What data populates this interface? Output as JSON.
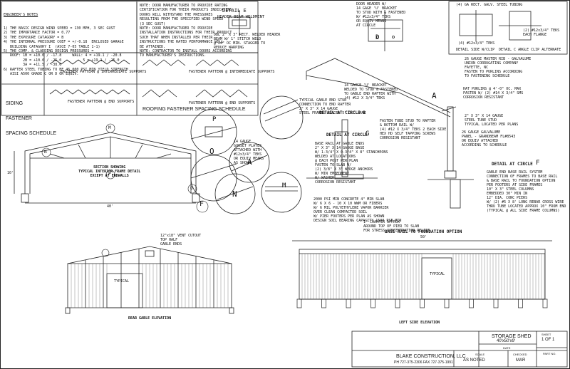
{
  "engineer_notes": {
    "heading": "ENGINEER'S NOTES",
    "lines": [
      "1) THE BASIC DESIGN WIND SPEED = 130 MPH, 3 SEC GUST",
      "2) THE IMPORTANCE FACTOR = 0.77",
      "3) THE EXPOSURE CATAGORY = B",
      "4) THE INTERNAL PRESSURE COEF = +/-0.18  ENCLOSED GARAGE",
      "   BUILDING CATAGORY I  (ASCE 7-05 TABLE 1-1)",
      "5) THE COMP. & CLADDING DESIGN PRESSURES =",
      "   ROOF: 1B = +10.0 / -17.8     WALL: 4 = +19.1 / -20.8",
      "         2B = +10.0 / -25.0          5 = +19.1 / -25.0",
      "         3A = +11.5 / -38.6",
      "6) RAFTER STEEL TUBING TO BE 46,000 PSI MIN YIELD STRENGTH",
      "   AISI A500 GRADE C OR D OR EQUIV."
    ]
  },
  "door_notes": {
    "lines": [
      "NOTE: DOOR MANUFACTURER TO PROVIDE RATING",
      "CERTIFICATION FOR THEIR PRODUCTS INDICATING",
      "DOORS WILL WITHSTAND THE PRESSURES",
      "RESULTING FROM THE SPECIFIED WIND SPEED",
      "(3 SEC GUST)",
      "NOTE: DOOR MANUFACTURER TO PROVIDE",
      "INSTALLATION INSTRUCTIONS FOR THEIR PRODUCT",
      "SUCH THAT WHEN INSTALLED PER THEIR",
      "INSTRUCTIONS THE RATED PERFORMANCE WILL",
      "BE ATTAINED.",
      "NOTE: CONTRACTOR TO INSTALL DOORS ACCORDING",
      "TO MANUFACTURER'S INSTRUCTIONS."
    ]
  },
  "detail_e": {
    "title": "DETAIL E",
    "subtitle": "HEADER BEAM WELDMENT",
    "note": "DBL 2\" X 3\" RECT. WELDED HEADER\nBEAM W/ 1\" STITCH WELD\n@ 24\" OC MIN. STAGGER TO\nREDUCE WARPING"
  },
  "detail_d": {
    "letter": "D",
    "note": "DOOR HEADER W/\n14 GAGE 'U' BRACKET\nTO STUD WITH & FASTENED\nW/ #12x3/4\" TEKS\nOR EQUIV MEANS\nAT CIRCLE",
    "detail_label": "DETAIL AT CIRCLE"
  },
  "detail_c": {
    "letter": "C",
    "note_top": "(4) GA RECT. GALV. STEEL TUBING",
    "note_teks": "(4) #12x3/4\" TEKS",
    "note_right": "(2) #12x3/4\" TEKS\nEACH FLANGE",
    "note_side": "14 GAGE 'U' BRACKET",
    "detail_label": "DETAIL C ANGLE CLIP ALTERNATE",
    "sub_label": "DETAIL SIDE W/CLIP"
  },
  "siding_schedule": {
    "title_lines": [
      "SIDING",
      "FASTENER",
      "SPACING SCHEDULE"
    ],
    "pattern_labels": [
      "FASTENER PATTERN @ INTERMEDIATE SUPPORTS",
      "FASTENER PATTERN @ END SUPPORTS"
    ]
  },
  "roofing_schedule": {
    "title": "ROOFING FASTENER SPACING SCHEDULE",
    "pattern_labels": [
      "FASTENER PATTERN @ INTERMEDIATE SUPPORTS",
      "FASTENER PATTERN @ END SUPPORTS"
    ]
  },
  "frame_section": {
    "title": "SECTION SHOWING\nTYPICAL INTERIOR FRAME DETAIL\nEXCEPT AT ENDWALLS",
    "width": "40'",
    "height": "10'",
    "callouts": [
      "M",
      "N",
      "P",
      "O",
      "F"
    ]
  },
  "circle_details": {
    "o": "O",
    "p": "P",
    "a": "A",
    "n": "N",
    "m": "M",
    "gusset_note": "14 GAUGE\nGUSSET PLATES\nATTACHED WITH\n#12x3/4\" TEKS\nOR EQUIV MEANS\nAS SHOWN"
  },
  "detail_a": {
    "letter": "A",
    "note_top": "26 GAUGE MASTER RIB - GALVALUME\nUNION CORRUGATING COMPANY\nFAYETTE, NC\nFASTEN TO PURLINS ACCORDING\nTO FASTENING SCHEDULE",
    "note_bracket": "14 GAUGE 'U' BRACKET\nWELDED TO STUD & FASTENED\nTO GABLE END RAFTER WITH\n(4) #12 X 3/4\" TEKS",
    "note_stud": "TYPICAL GABLE END STUD\nCONNECTION TO END RAFTER\n2\" X 3\" X 14 GAUGE\nSTEEL FRAMES SPACED 5' O.C. MAX",
    "note_hat": "HAT PURLINS @ 4'-0\" OC. MAX\nFASTEN W/ (2) #14 X 3/4\" SMS\nCORROSION RESISTANT",
    "detail_b": "DETAIL AT CIRCLE B"
  },
  "detail_g": {
    "letter": "G",
    "detail_label": "DETAIL AT CIRCLE",
    "note_base": "BASE RAIL AT GABLE ENDS\n2\" X 3\" X 14 GAUGE BASE\nW/ 1-3/4\" X 0-3/4\" X 8\" STANCHEONS\nWELDED AT LOCATIONS\n@ EACH POST PER PLAN\nFASTEN TO SLAB W/\n(2) 3/8\" X 3\" WEDGE ANCHORS\nW/ MIN EMBEDMENT\nW/ WASHER\nCORROSION RESISTANT",
    "note_stud": "FASTEN TUBE STUD TO RAFTER\n& BOTTOM RAIL W/\n(4) #12 X 3/4\" TEKS 2 EACH SIDE\nHEX HD SELF TAPPING SCREWS\nCORROSION RESISTANT",
    "note_wall": "2\" X 3\" X 14 GAUGE\nSTEEL TUBE STUD\nTYPICAL LOCATED PER PLANS",
    "note_siding": "26 GAUGE GALVALUME\nPANEL - GRANDBEAM FL#8543\nOR EQUIV ATTACHED\nACCORDING TO SCHEDULE",
    "note_slab": "2000 PSI MIN CONCRETE 4\" MIN SLAB\nW/ 6 X 6 - 10 X 10 WWM OR FIBERS\nW/ 6 MIL POLYETHYLENE VAPOR BARRIER\nOVER CLEAN COMPACTED SOIL\nW/ PIER FOOTERS PER PLAN AS SHOWN\nDESIGN SOIL BEARING CAPACITY 1500 PSF MIN",
    "note_chamfer": "1\" CHAMFER APPROX\nAROUND TOP OF PIER TO SLAB\nFOR STRESS CONCENTRATION RELIEF",
    "title": "BASE RAIL TO FOUNDATION OPTION"
  },
  "detail_f": {
    "letter": "F",
    "detail_label": "DETAIL AT CIRCLE",
    "note": "GABLE END BASE RAIL SYSTEM\nCONNECTION OF FRAMES TO BASE RAIL\n& BASE RAIL TO FOUNDATION OPTION\nPER FOOTERS AT SIDE FRAMES\n10\" X 3\" STEEL COLUMNS\nEMBEDDED 30\" MIN IN\n12\" DIA. CONC PIERS\nW/ (2) #5 X 8' LONG REBAR CROSS WIRE\nTHRU TUBE LOCATED APPROX 10\" FROM END\n(TYPICAL @ ALL SIDE FRAME COLUMNS)"
  },
  "rear_elevation": {
    "vent_note": "12\"x18\" VENT CUTOUT\nTOP HALF\nGABLE ENDS",
    "door_label": "TYPICAL",
    "title": "REAR GABLE ELEVATION"
  },
  "side_elevation": {
    "width": "50'",
    "door_label": "TYPICAL",
    "title": "LEFT SIDE ELEVATION"
  },
  "title_block": {
    "project": "STORAGE SHED",
    "size": "40'x50'x9'",
    "sheet_label": "SHEET",
    "sheet": "1 OF 1",
    "date_label": "DATE",
    "company": "BLAKE CONSTRUCTION, LLC",
    "phone": "PH 727-375-2306   FAX 727-375-1991",
    "scale_label": "SCALE",
    "scale": "AS NOTED",
    "checked_label": "CHECKED",
    "checked": "MAR",
    "part_label": "PART NO."
  }
}
